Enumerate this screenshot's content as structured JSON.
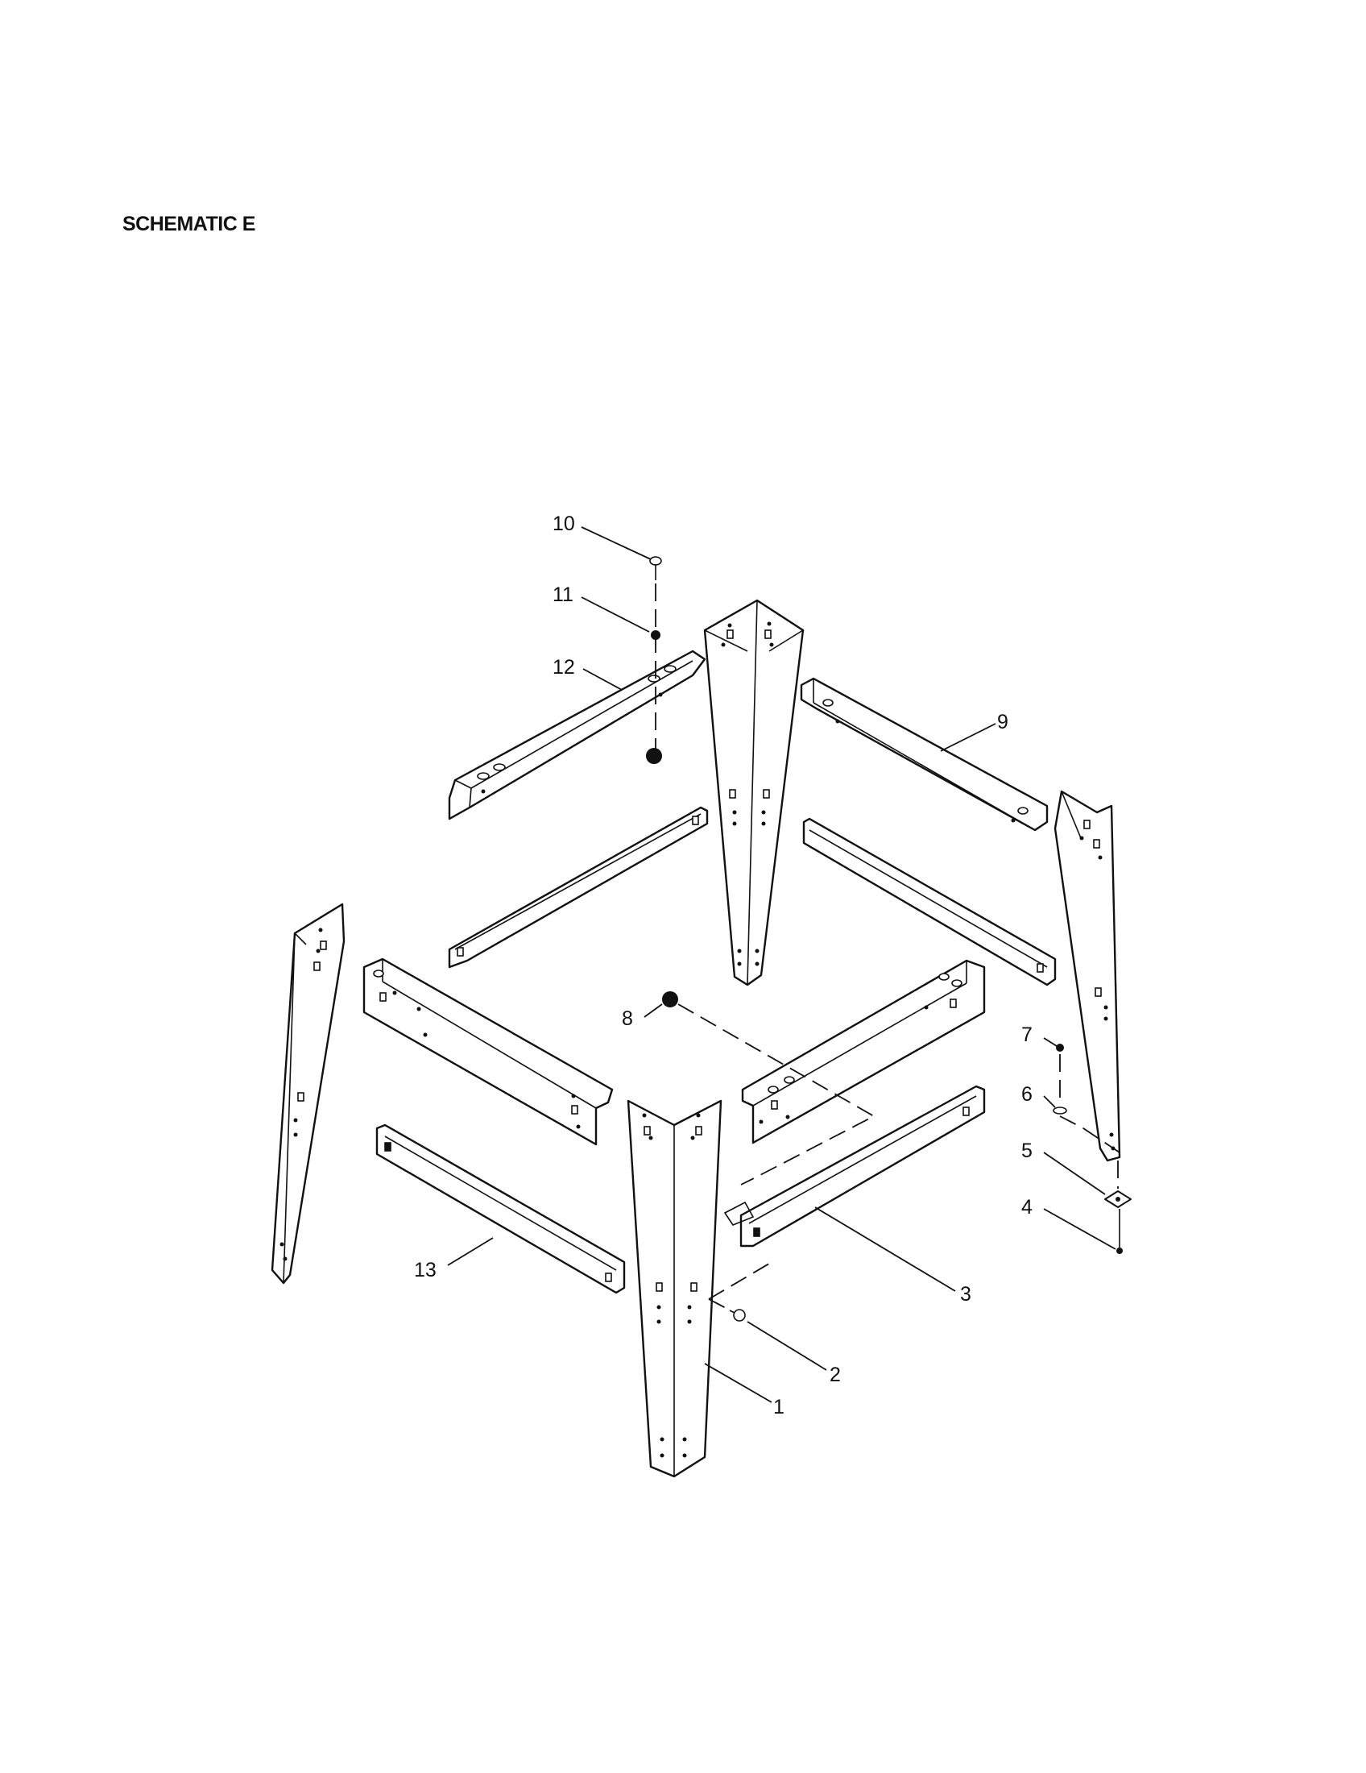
{
  "title": "SCHEMATIC E",
  "callouts": {
    "c1": "1",
    "c2": "2",
    "c3": "3",
    "c4": "4",
    "c5": "5",
    "c6": "6",
    "c7": "7",
    "c8": "8",
    "c9": "9",
    "c10": "10",
    "c11": "11",
    "c12": "12",
    "c13": "13"
  }
}
